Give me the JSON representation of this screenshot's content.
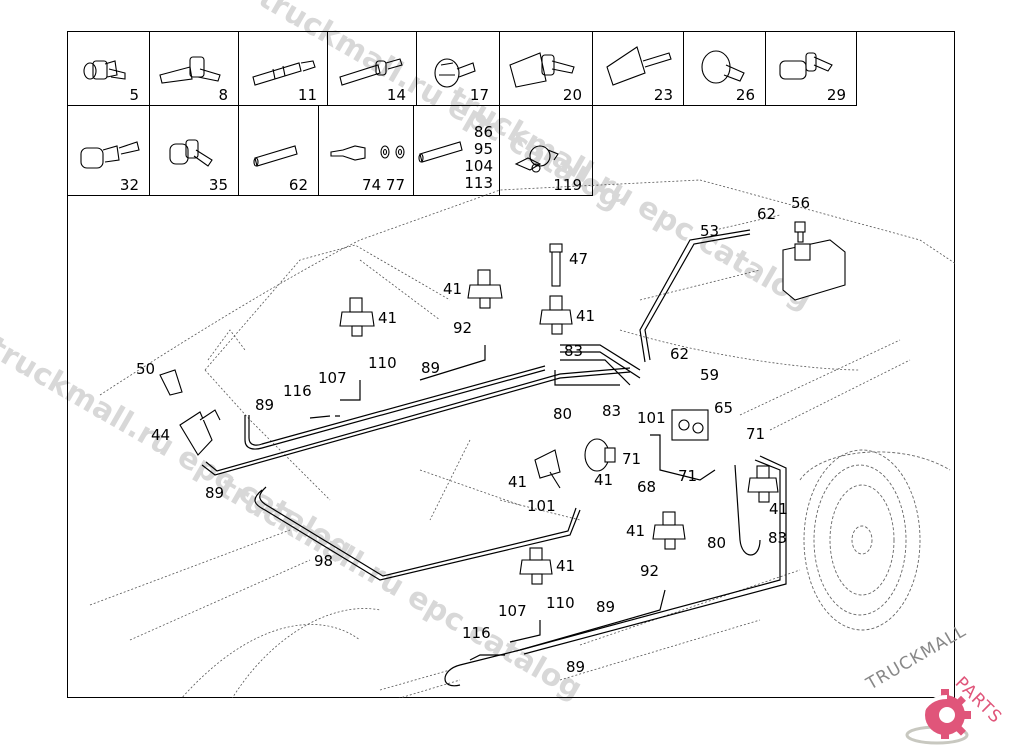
{
  "parts_table": {
    "row1": [
      {
        "label": "5",
        "icon": "elbow-connector"
      },
      {
        "label": "8",
        "icon": "elbow-connector-long"
      },
      {
        "label": "11",
        "icon": "straight-connector"
      },
      {
        "label": "14",
        "icon": "straight-connector"
      },
      {
        "label": "17",
        "icon": "cap-connector"
      },
      {
        "label": "20",
        "icon": "cap-elbow-connector"
      },
      {
        "label": "23",
        "icon": "cap-connector"
      },
      {
        "label": "26",
        "icon": "cap-elbow-connector"
      },
      {
        "label": "29",
        "icon": "elbow-connector"
      }
    ],
    "row2": [
      {
        "label": "32",
        "icon": "check-valve"
      },
      {
        "label": "35",
        "icon": "elbow-valve"
      },
      {
        "label": "62",
        "icon": "hose-piece"
      },
      {
        "label": "74 77",
        "icon": "nipple-and-washers"
      },
      {
        "label": "86\n95\n104\n113",
        "icon": "hose-piece"
      },
      {
        "label": "119",
        "icon": "clip"
      }
    ]
  },
  "diagram": {
    "callouts": [
      {
        "id": "c53",
        "text": "53"
      },
      {
        "id": "c62a",
        "text": "62"
      },
      {
        "id": "c56",
        "text": "56"
      },
      {
        "id": "c47",
        "text": "47"
      },
      {
        "id": "c41a",
        "text": "41"
      },
      {
        "id": "c41b",
        "text": "41"
      },
      {
        "id": "c41c",
        "text": "41"
      },
      {
        "id": "c92a",
        "text": "92"
      },
      {
        "id": "c50",
        "text": "50"
      },
      {
        "id": "c110a",
        "text": "110"
      },
      {
        "id": "c89a",
        "text": "89"
      },
      {
        "id": "c83a",
        "text": "83"
      },
      {
        "id": "c62b",
        "text": "62"
      },
      {
        "id": "c59",
        "text": "59"
      },
      {
        "id": "c116a",
        "text": "116"
      },
      {
        "id": "c107a",
        "text": "107"
      },
      {
        "id": "c89b",
        "text": "89"
      },
      {
        "id": "c44",
        "text": "44"
      },
      {
        "id": "c80a",
        "text": "80"
      },
      {
        "id": "c83b",
        "text": "83"
      },
      {
        "id": "c101a",
        "text": "101"
      },
      {
        "id": "c65",
        "text": "65"
      },
      {
        "id": "c71a",
        "text": "71"
      },
      {
        "id": "c71b",
        "text": "71"
      },
      {
        "id": "c41d",
        "text": "41"
      },
      {
        "id": "c41e",
        "text": "41"
      },
      {
        "id": "c89c",
        "text": "89"
      },
      {
        "id": "c68",
        "text": "68"
      },
      {
        "id": "c71c",
        "text": "71"
      },
      {
        "id": "c101b",
        "text": "101"
      },
      {
        "id": "c41f",
        "text": "41"
      },
      {
        "id": "c41g",
        "text": "41"
      },
      {
        "id": "c83c",
        "text": "83"
      },
      {
        "id": "c80b",
        "text": "80"
      },
      {
        "id": "c98",
        "text": "98"
      },
      {
        "id": "c41h",
        "text": "41"
      },
      {
        "id": "c92b",
        "text": "92"
      },
      {
        "id": "c107b",
        "text": "107"
      },
      {
        "id": "c110b",
        "text": "110"
      },
      {
        "id": "c89d",
        "text": "89"
      },
      {
        "id": "c116b",
        "text": "116"
      },
      {
        "id": "c89e",
        "text": "89"
      }
    ]
  },
  "watermarks": [
    "truckmall.ru epc catalog",
    "truckmall.ru epc catalog",
    "truckmall.ru epc catalog",
    "truckmall.ru epc catalog"
  ],
  "logo": {
    "text_dark": "TRUCKMALL",
    "text_accent": "PARTS",
    "accent_color": "#e0557a"
  }
}
